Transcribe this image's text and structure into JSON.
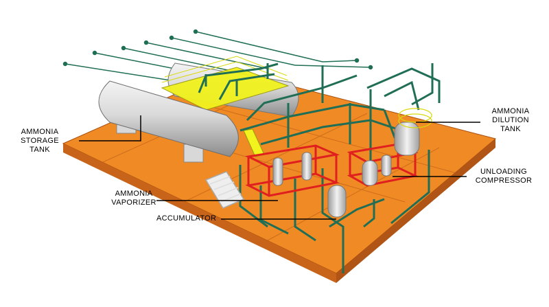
{
  "labels": {
    "storage_tank": [
      "AMMONIA",
      "STORAGE",
      "TANK"
    ],
    "vaporizer": [
      "AMMONIA",
      "VAPORIZER"
    ],
    "accumulator": "ACCUMULATOR",
    "dilution_tank": [
      "AMMONIA",
      "DILUTION",
      "TANK"
    ],
    "unloading_compressor": [
      "UNLOADING",
      "COMPRESSOR"
    ]
  },
  "colors": {
    "skid_top": "#F08A24",
    "skid_side": "#C8641A",
    "pipe": "#1F6E55",
    "frame_red": "#E0201F",
    "platform_yellow": "#F2F21E",
    "tank_grey": "#D7D7D7",
    "leader": "#000000"
  }
}
